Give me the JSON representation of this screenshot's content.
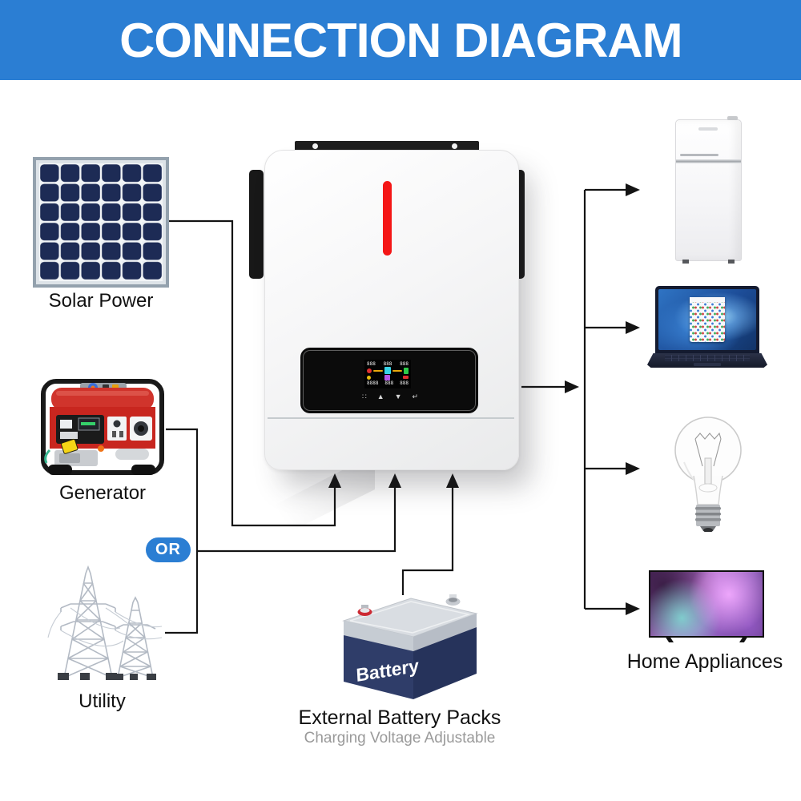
{
  "header": {
    "title": "CONNECTION DIAGRAM"
  },
  "labels": {
    "solar": "Solar Power",
    "generator": "Generator",
    "utility": "Utility",
    "or": "OR",
    "appliances": "Home Appliances"
  },
  "battery": {
    "face": "Battery",
    "caption": "External Battery Packs",
    "subcaption": "Charging Voltage Adjustable"
  },
  "inverter": {
    "lcd": {
      "top": [
        "888",
        "888",
        "888"
      ],
      "bottom": [
        "8888",
        "888",
        "888"
      ]
    },
    "buttons": [
      {
        "name": "menu-icon",
        "glyph": "∷"
      },
      {
        "name": "up-icon",
        "glyph": "▲"
      },
      {
        "name": "down-icon",
        "glyph": "▼"
      },
      {
        "name": "enter-icon",
        "glyph": "↵"
      }
    ]
  },
  "colors": {
    "accent": "#2b7ed3",
    "line": "#141414",
    "led": "#f41616",
    "solar_cell": "#1d2b55",
    "generator_red": "#c8261f",
    "battery_body": "#2f3d69",
    "battery_top": "#d9dde2",
    "tower_gray": "#b3bac4",
    "text_dark": "#111111",
    "text_muted": "#9a9a9a"
  }
}
